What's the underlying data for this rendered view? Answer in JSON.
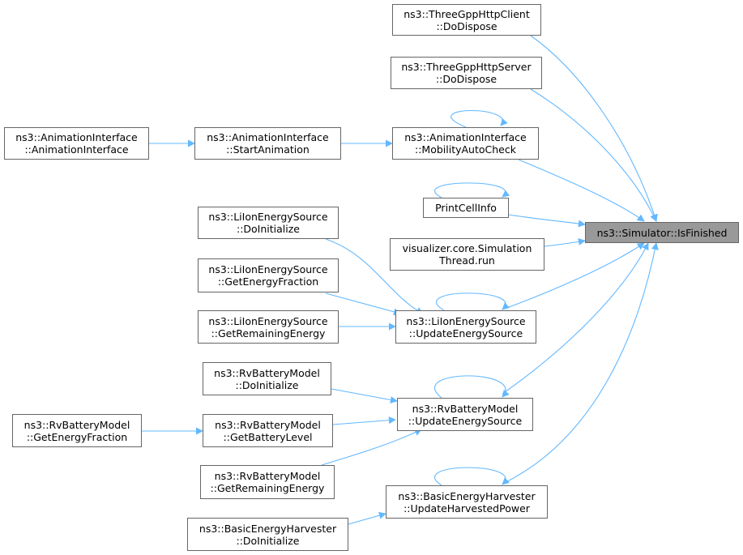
{
  "colors": {
    "edge": "#63b8ff",
    "node_border": "#666666",
    "target_fill": "#999999"
  },
  "nodes": {
    "client_dodispose": {
      "lines": [
        "ns3::ThreeGppHttpClient",
        "::DoDispose"
      ]
    },
    "server_dodispose": {
      "lines": [
        "ns3::ThreeGppHttpServer",
        "::DoDispose"
      ]
    },
    "anim_ctor": {
      "lines": [
        "ns3::AnimationInterface",
        "::AnimationInterface"
      ]
    },
    "anim_start": {
      "lines": [
        "ns3::AnimationInterface",
        "::StartAnimation"
      ]
    },
    "anim_mobility": {
      "lines": [
        "ns3::AnimationInterface",
        "::MobilityAutoCheck"
      ]
    },
    "printcell": {
      "lines": [
        "PrintCellInfo"
      ]
    },
    "isfinished": {
      "lines": [
        "ns3::Simulator::IsFinished"
      ]
    },
    "visualizer": {
      "lines": [
        "visualizer.core.Simulation",
        "Thread.run"
      ]
    },
    "liion_init": {
      "lines": [
        "ns3::LiIonEnergySource",
        "::DoInitialize"
      ]
    },
    "liion_frac": {
      "lines": [
        "ns3::LiIonEnergySource",
        "::GetEnergyFraction"
      ]
    },
    "liion_remain": {
      "lines": [
        "ns3::LiIonEnergySource",
        "::GetRemainingEnergy"
      ]
    },
    "liion_update": {
      "lines": [
        "ns3::LiIonEnergySource",
        "::UpdateEnergySource"
      ]
    },
    "rv_init": {
      "lines": [
        "ns3::RvBatteryModel",
        "::DoInitialize"
      ]
    },
    "rv_frac": {
      "lines": [
        "ns3::RvBatteryModel",
        "::GetEnergyFraction"
      ]
    },
    "rv_level": {
      "lines": [
        "ns3::RvBatteryModel",
        "::GetBatteryLevel"
      ]
    },
    "rv_remain": {
      "lines": [
        "ns3::RvBatteryModel",
        "::GetRemainingEnergy"
      ]
    },
    "rv_update": {
      "lines": [
        "ns3::RvBatteryModel",
        "::UpdateEnergySource"
      ]
    },
    "harv_update": {
      "lines": [
        "ns3::BasicEnergyHarvester",
        "::UpdateHarvestedPower"
      ]
    },
    "harv_init": {
      "lines": [
        "ns3::BasicEnergyHarvester",
        "::DoInitialize"
      ]
    }
  }
}
